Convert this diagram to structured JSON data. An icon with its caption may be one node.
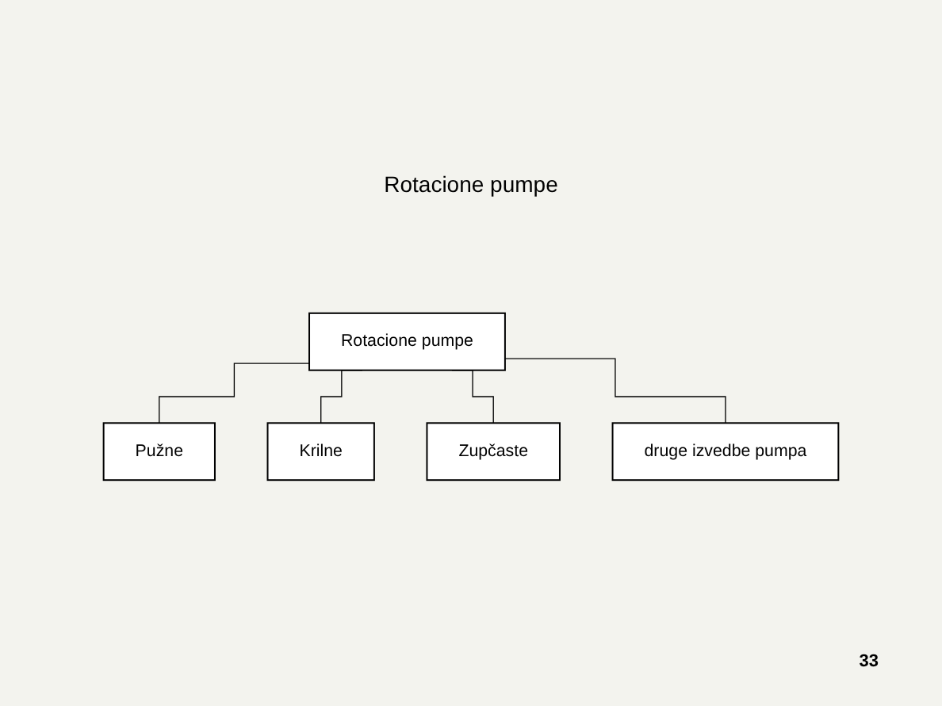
{
  "diagram": {
    "title": "Rotacione pumpe",
    "nodes": [
      {
        "text": [
          "Rotacione pumpe"
        ]
      },
      {
        "text": [
          "Pužne"
        ]
      },
      {
        "text": [
          "Krilne"
        ]
      },
      {
        "text": [
          "Zupčaste"
        ]
      },
      {
        "text": [
          "druge izvedbe pumpa"
        ]
      }
    ],
    "edges": [
      {
        "from": 0,
        "to": 1,
        "arrow": "none"
      },
      {
        "from": 0,
        "to": 2,
        "arrow": "none"
      },
      {
        "from": 0,
        "to": 3,
        "arrow": "none"
      },
      {
        "from": 0,
        "to": 4,
        "arrow": "none"
      }
    ],
    "labels": [
      "33"
    ]
  }
}
